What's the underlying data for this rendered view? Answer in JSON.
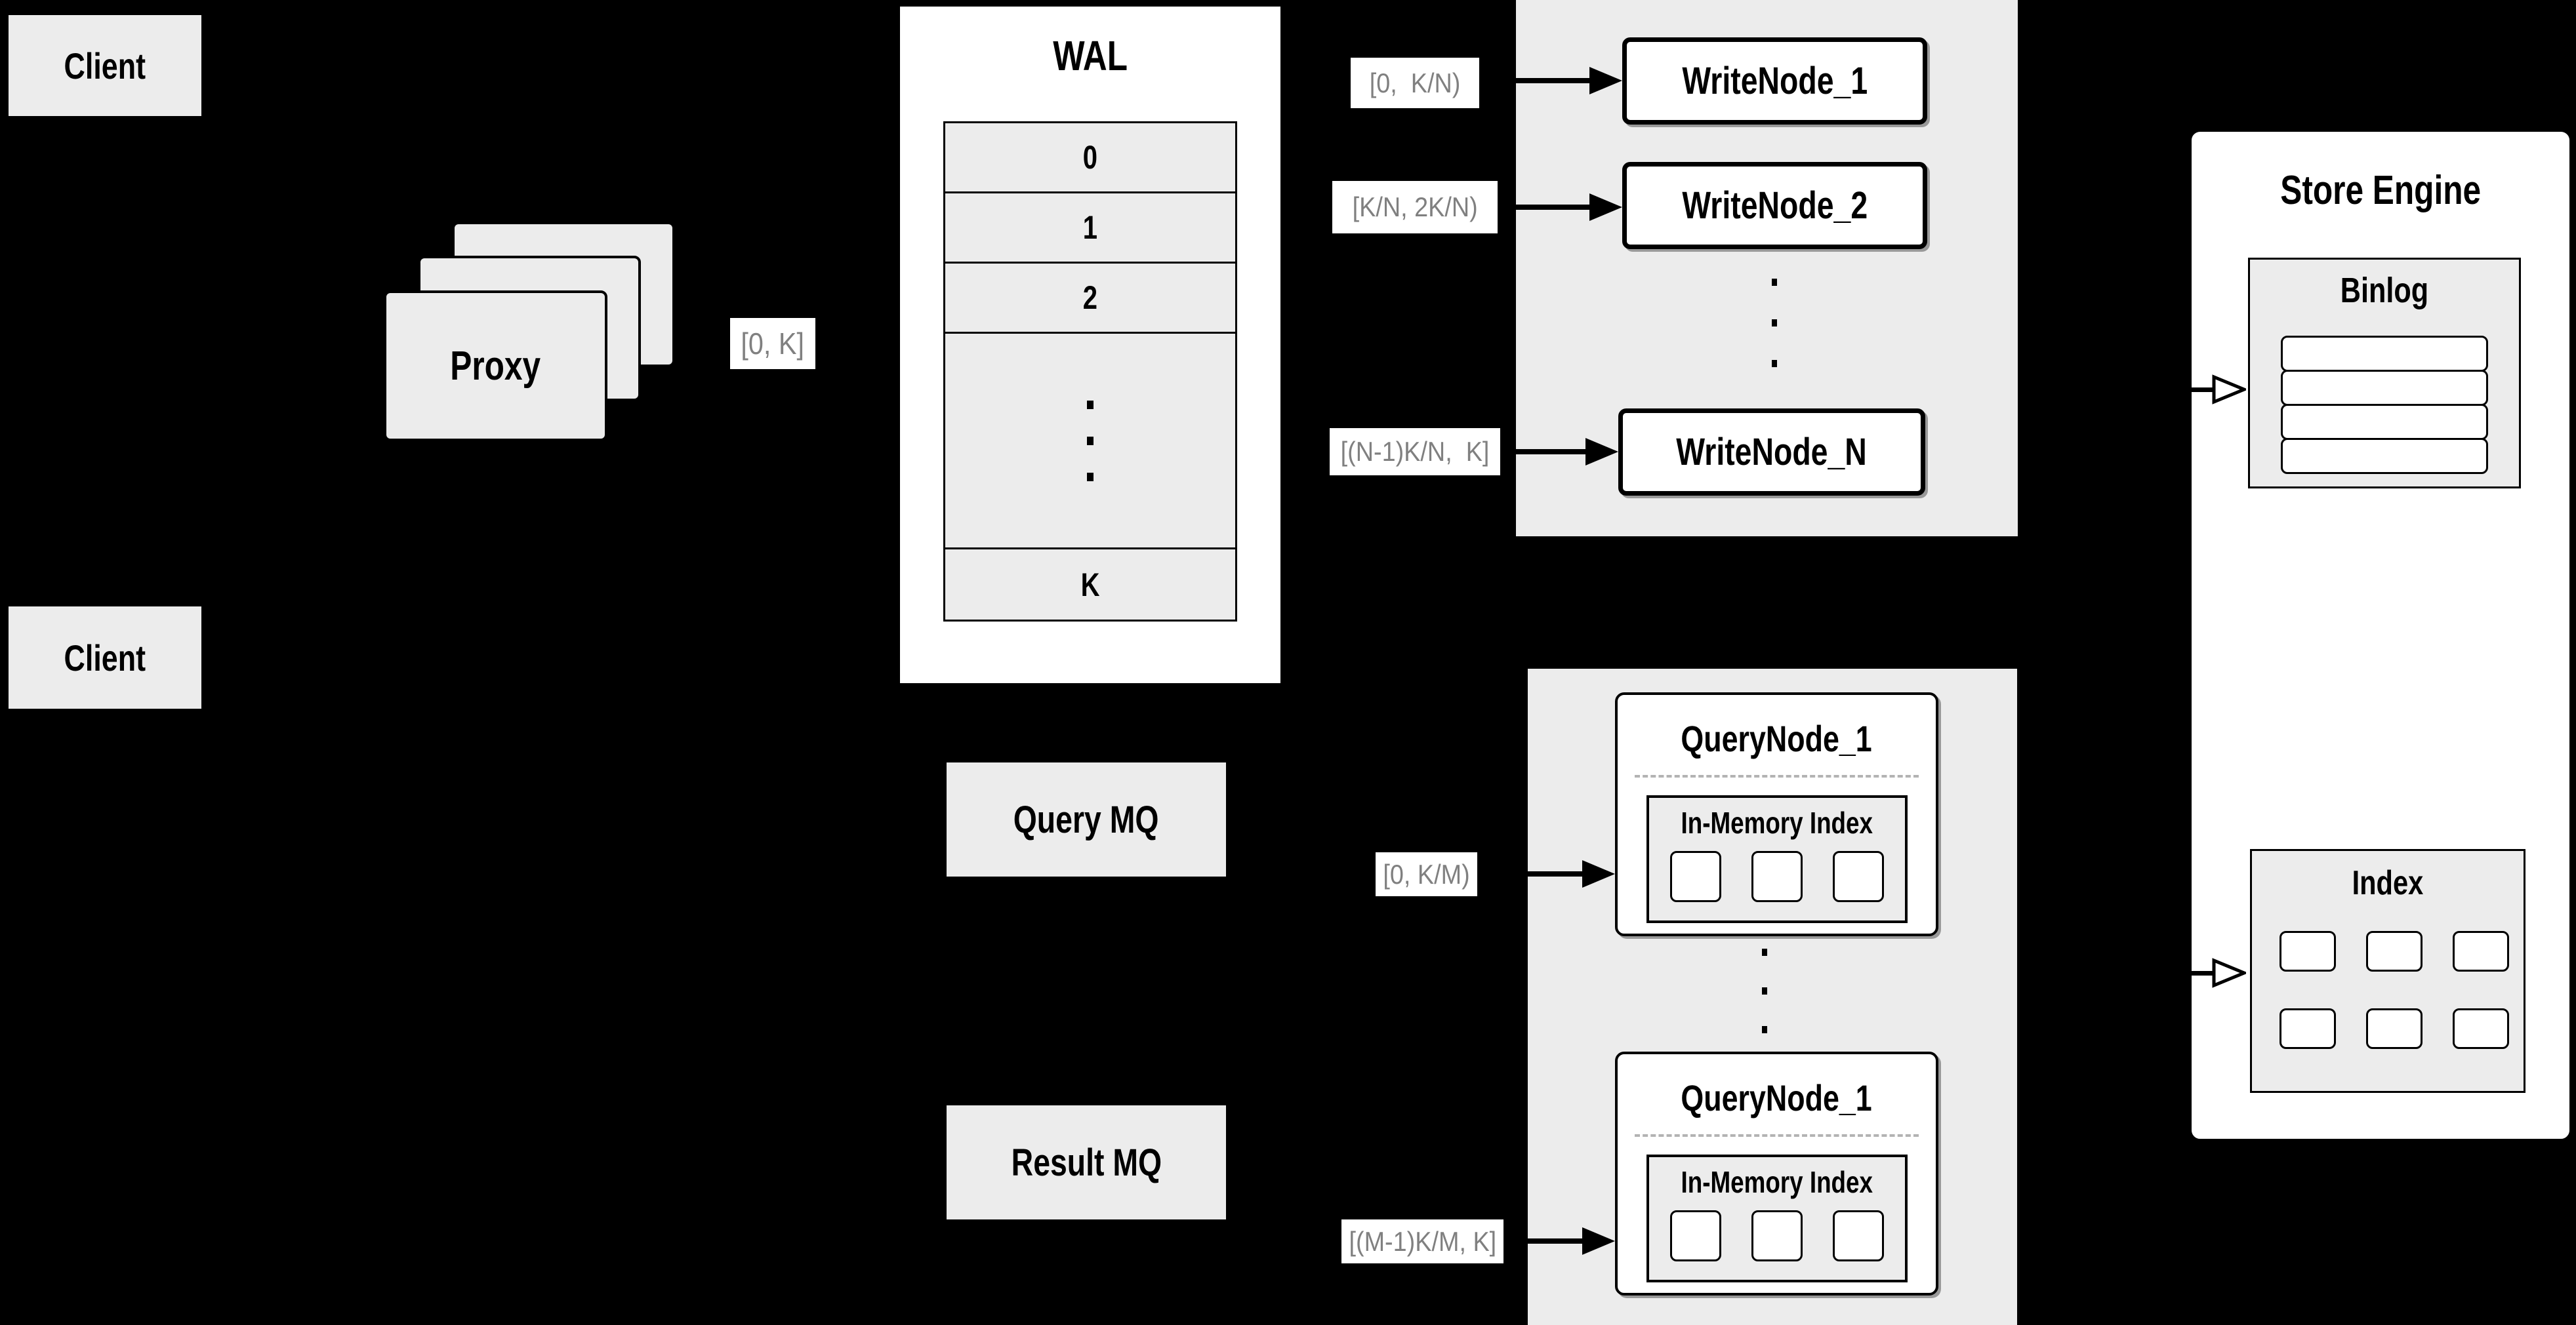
{
  "diagram": {
    "clients": {
      "client1": "Client",
      "client2": "Client"
    },
    "proxy": {
      "label": "Proxy"
    },
    "wal": {
      "title": "WAL",
      "rows": [
        "0",
        "1",
        "2"
      ],
      "last_row": "K"
    },
    "write_nodes": {
      "node1": "WriteNode_1",
      "node2": "WriteNode_2",
      "node_n": "WriteNode_N"
    },
    "query_nodes": {
      "node1": {
        "title": "QueryNode_1",
        "inner": "In-Memory Index"
      },
      "node2": {
        "title": "QueryNode_1",
        "inner": "In-Memory Index"
      }
    },
    "mq": {
      "query": "Query MQ",
      "result": "Result MQ"
    },
    "store_engine": {
      "title": "Store Engine",
      "binlog": "Binlog",
      "index": "Index"
    },
    "range_labels": {
      "proxy_out": "[0, K]",
      "write_1": "[0,  K/N)",
      "write_2": "[K/N, 2K/N)",
      "write_n": "[(N-1)K/N,  K]",
      "query_1": "[0, K/M)",
      "query_m": "[(M-1)K/M, K]"
    },
    "colors": {
      "background": "#000000",
      "panel_fill": "#ececec",
      "node_fill": "#ffffff",
      "line": "#000000",
      "range_label_text": "#808080",
      "dashed_divider": "#b3b3b3"
    }
  }
}
